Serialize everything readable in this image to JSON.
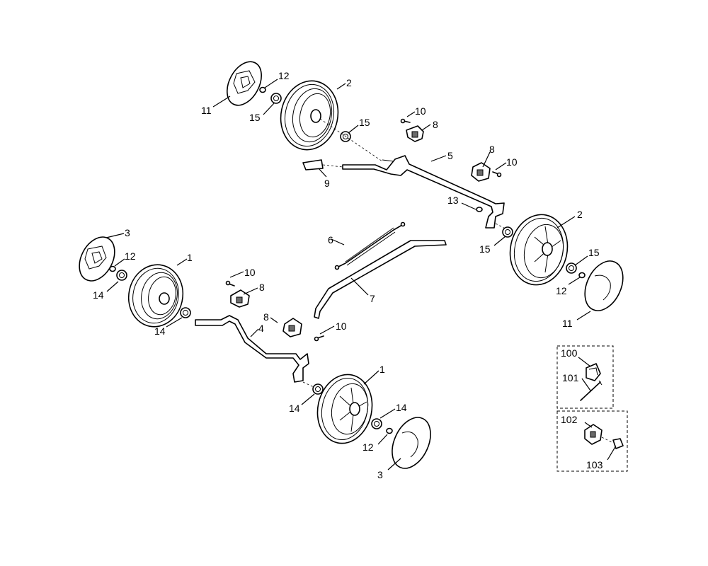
{
  "diagram": {
    "callouts": {
      "c1a": "1",
      "c1b": "1",
      "c2a": "2",
      "c2b": "2",
      "c3a": "3",
      "c3b": "3",
      "c4": "4",
      "c5": "5",
      "c6": "6",
      "c7": "7",
      "c8a": "8",
      "c8b": "8",
      "c8c": "8",
      "c8d": "8",
      "c9": "9",
      "c10a": "10",
      "c10b": "10",
      "c10c": "10",
      "c10d": "10",
      "c11a": "11",
      "c11b": "11",
      "c12a": "12",
      "c12b": "12",
      "c12c": "12",
      "c12d": "12",
      "c13": "13",
      "c14a": "14",
      "c14b": "14",
      "c14c": "14",
      "c14d": "14",
      "c15a": "15",
      "c15b": "15",
      "c15c": "15",
      "c15d": "15",
      "c100": "100",
      "c101": "101",
      "c102": "102",
      "c103": "103"
    }
  }
}
